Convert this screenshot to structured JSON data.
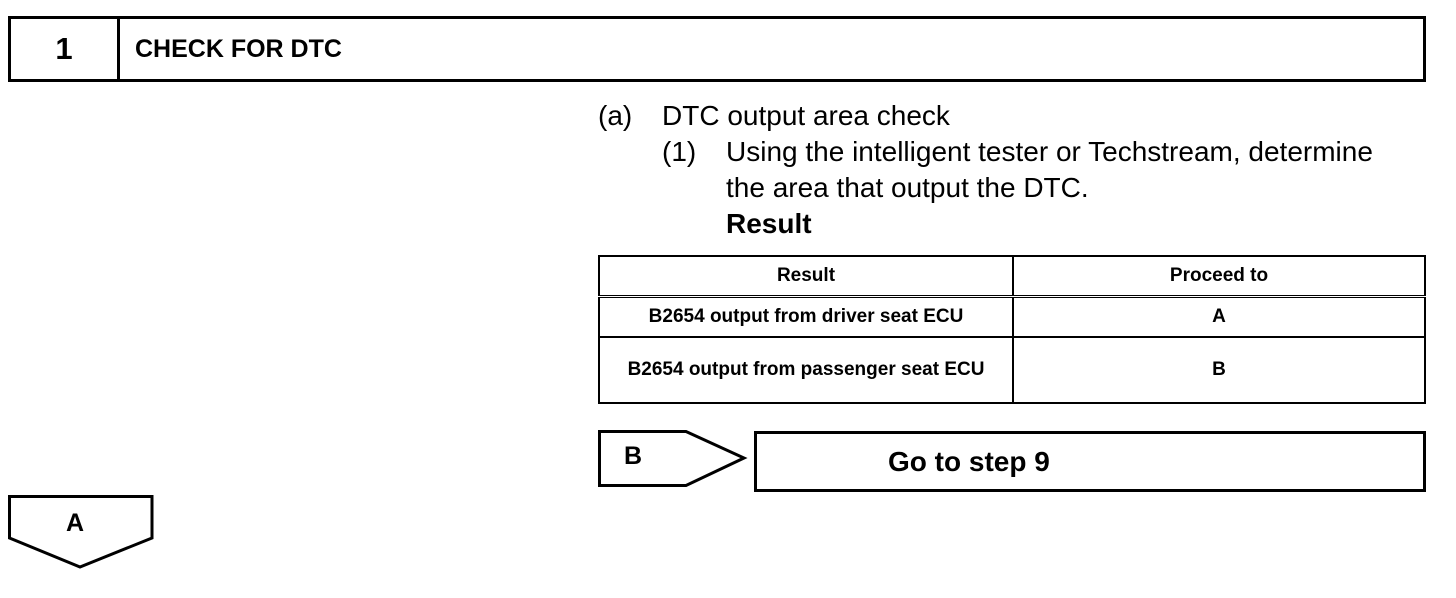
{
  "step": {
    "number": "1",
    "title": "CHECK FOR DTC"
  },
  "instructions": {
    "a_marker": "(a)",
    "a_text": "DTC output area check",
    "one_marker": "(1)",
    "one_text_line1": "Using the intelligent tester or Techstream, determine",
    "one_text_line2": "the area that output the DTC.",
    "result_heading": "Result"
  },
  "result_table": {
    "headers": [
      "Result",
      "Proceed to"
    ],
    "rows": [
      {
        "result": "B2654 output from driver seat ECU",
        "proceed": "A"
      },
      {
        "result": "B2654 output from passenger seat ECU",
        "proceed": "B"
      }
    ]
  },
  "branch": {
    "label": "B",
    "target": "Go to step 9"
  },
  "continue": {
    "label": "A"
  }
}
